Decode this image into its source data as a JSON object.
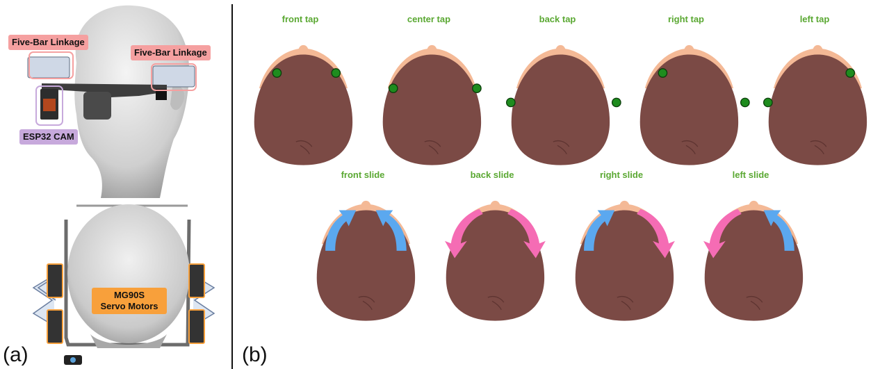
{
  "panel_a": {
    "label": "(a)",
    "tags": {
      "linkage_left": "Five-Bar Linkage",
      "linkage_right": "Five-Bar Linkage",
      "camera": "ESP32 CAM",
      "servo_line1": "MG90S",
      "servo_line2": "Servo Motors"
    }
  },
  "panel_b": {
    "label": "(b)",
    "taps": [
      {
        "caption": "front tap",
        "points": "front"
      },
      {
        "caption": "center tap",
        "points": "center"
      },
      {
        "caption": "back tap",
        "points": "back"
      },
      {
        "caption": "right tap",
        "points": "right"
      },
      {
        "caption": "left tap",
        "points": "left"
      }
    ],
    "slides": [
      {
        "caption": "front slide",
        "left_arrow": "up",
        "right_arrow": "up"
      },
      {
        "caption": "back slide",
        "left_arrow": "down",
        "right_arrow": "down"
      },
      {
        "caption": "right slide",
        "left_arrow": "up",
        "right_arrow": "down"
      },
      {
        "caption": "left slide",
        "left_arrow": "down",
        "right_arrow": "up"
      }
    ],
    "colors": {
      "hair": "#7b4a45",
      "skin": "#f4b996",
      "tap_point": "#1e8c1e",
      "arrow_up": "#5ba8ef",
      "arrow_down": "#f56cb4",
      "caption": "#5aa832"
    }
  }
}
